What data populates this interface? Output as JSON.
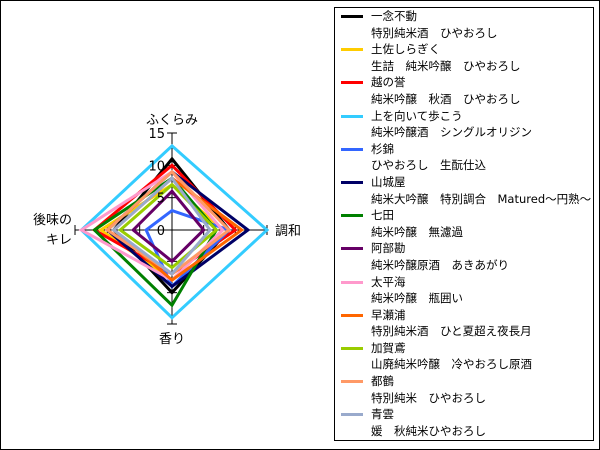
{
  "chart_data": {
    "type": "radar",
    "axes": [
      {
        "name": "ふくらみ",
        "lines": [
          "ふくらみ"
        ]
      },
      {
        "name": "調和",
        "lines": [
          "調和"
        ]
      },
      {
        "name": "香り",
        "lines": [
          "香り"
        ]
      },
      {
        "name": "後味のキレ",
        "lines": [
          "後味の",
          "キレ"
        ]
      }
    ],
    "range": [
      0,
      15
    ],
    "ticks": [
      "0",
      "5",
      "10",
      "15"
    ],
    "tick_values": [
      0,
      5,
      10,
      15
    ],
    "series": [
      {
        "name": "一念不動",
        "subtitle": "特別純米酒　ひやおろし",
        "color": "#000000",
        "values": [
          11,
          9,
          10,
          9
        ]
      },
      {
        "name": "土佐しらぎく",
        "subtitle": "生詰　純米吟醸　ひやおろし",
        "color": "#ffcc00",
        "values": [
          7,
          8,
          8,
          11
        ]
      },
      {
        "name": "越の誉",
        "subtitle": "純米吟醸　秋酒　ひやおろし",
        "color": "#ff0000",
        "values": [
          10,
          10,
          7,
          12
        ]
      },
      {
        "name": "上を向いて歩こう",
        "subtitle": "純米吟醸酒　シングルオリジン",
        "color": "#33ccff",
        "values": [
          13,
          15,
          14,
          14
        ]
      },
      {
        "name": "杉錦",
        "subtitle": "ひやおろし　生酛仕込",
        "color": "#3366ff",
        "values": [
          3,
          9,
          9,
          4
        ]
      },
      {
        "name": "山城屋",
        "subtitle": "純米大吟醸　特別調合　Matured～円熟～",
        "color": "#000066",
        "values": [
          9,
          12,
          9,
          10
        ]
      },
      {
        "name": "七田",
        "subtitle": "純米吟醸　無濾過",
        "color": "#008000",
        "values": [
          8,
          7,
          12,
          12
        ]
      },
      {
        "name": "阿部勘",
        "subtitle": "純米吟醸原酒　あきあがり",
        "color": "#660066",
        "values": [
          6,
          5,
          5,
          6
        ]
      },
      {
        "name": "太平海",
        "subtitle": "純米吟醸　瓶囲い",
        "color": "#ff99cc",
        "values": [
          9,
          8,
          8,
          14
        ]
      },
      {
        "name": "早瀬浦",
        "subtitle": "特別純米酒　ひと夏超え夜長月",
        "color": "#ff6600",
        "values": [
          8,
          11,
          8,
          9
        ]
      },
      {
        "name": "加賀鳶",
        "subtitle": "山廃純米吟醸　冷やおろし原酒",
        "color": "#99cc00",
        "values": [
          7,
          7,
          6,
          8
        ]
      },
      {
        "name": "都鶴",
        "subtitle": "特別純米　ひやおろし",
        "color": "#ff9966",
        "values": [
          9,
          9,
          7,
          10
        ]
      },
      {
        "name": "青雲",
        "subtitle": "",
        "color": "#99aacc",
        "values": [
          8,
          6,
          7,
          9
        ]
      }
    ],
    "legend_tail": "媛　秋純米ひやおろし",
    "legend_position": "right"
  }
}
